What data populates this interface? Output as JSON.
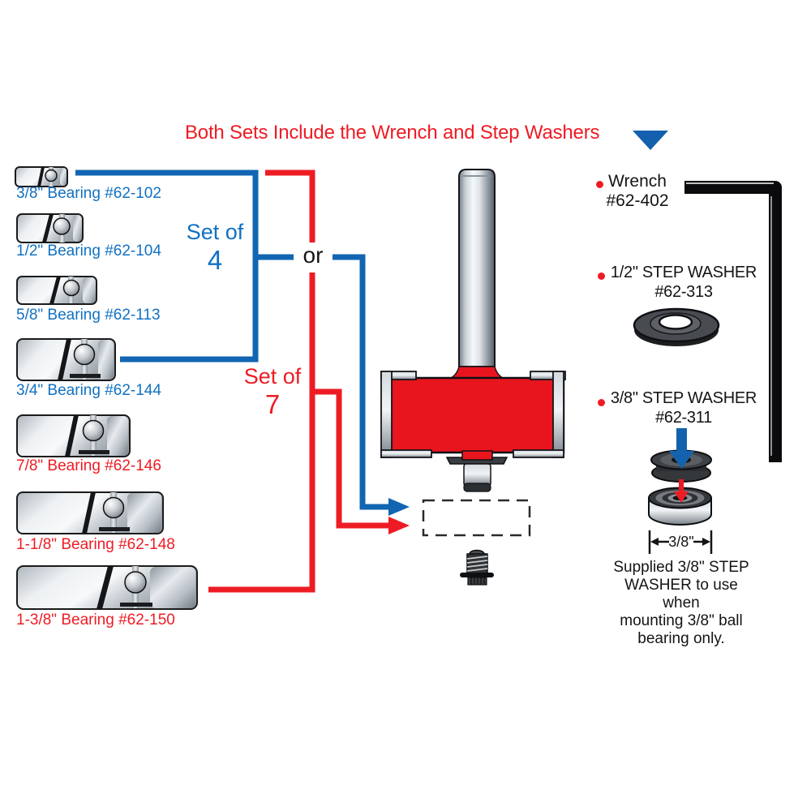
{
  "title": {
    "text": "Both Sets Include the Wrench and Step Washers"
  },
  "connector": {
    "or_label": "or"
  },
  "sets": {
    "set_of_4": {
      "prefix": "Set of",
      "count": "4"
    },
    "set_of_7": {
      "prefix": "Set of",
      "count": "7"
    }
  },
  "bearings": [
    {
      "label": "3/8\" Bearing #62-102"
    },
    {
      "label": "1/2\" Bearing #62-104"
    },
    {
      "label": "5/8\" Bearing #62-113"
    },
    {
      "label": "3/4\" Bearing #62-144"
    },
    {
      "label": "7/8\" Bearing #62-146"
    },
    {
      "label": "1-1/8\" Bearing #62-148"
    },
    {
      "label": "1-3/8\" Bearing #62-150"
    }
  ],
  "right_panel": {
    "wrench": {
      "name": "Wrench",
      "part": "#62-402"
    },
    "step_washer_half": {
      "name": "1/2\" STEP WASHER",
      "part": "#62-313"
    },
    "step_washer_three_eighths": {
      "name": "3/8\" STEP WASHER",
      "part": "#62-311"
    },
    "dimension_label": "3/8\"",
    "caption_lines": [
      "Supplied 3/8\" STEP",
      "WASHER to use when",
      "mounting 3/8\" ball",
      "bearing only."
    ]
  },
  "colors": {
    "red": "#ed1c24",
    "blue_text": "#1171c2",
    "blue_line": "#1165b2",
    "black": "#141414"
  }
}
